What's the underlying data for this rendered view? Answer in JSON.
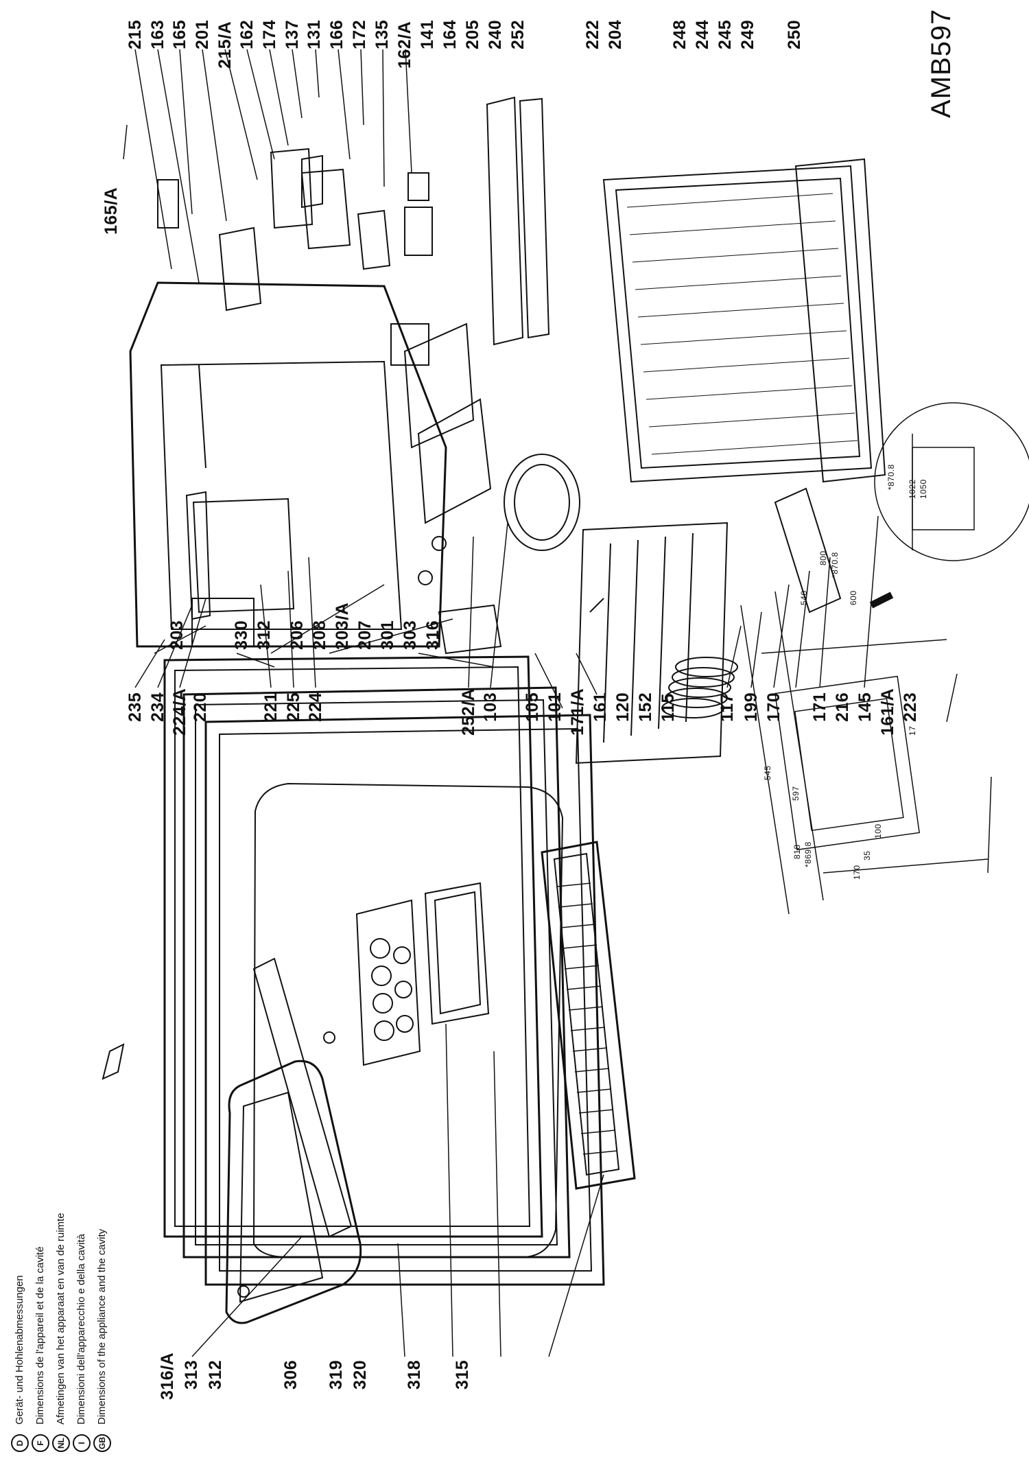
{
  "drawing_code": "AMB597",
  "legend": [
    {
      "code": "GB",
      "text": "Dimensions of the appliance and the cavity"
    },
    {
      "code": "I",
      "text": "Dimensioni dell'apparecchio e della cavità"
    },
    {
      "code": "NL",
      "text": "Afmetingen van het apparaat en van de ruimte"
    },
    {
      "code": "F",
      "text": "Dimensions de l'appareil et de la cavité"
    },
    {
      "code": "D",
      "text": "Gerät- und Hohlenabmessungen"
    }
  ],
  "labels_door": {
    "left_top": [
      "165/A"
    ],
    "left_bottom": [
      "316/A",
      "313",
      "312",
      "306",
      "319",
      "320",
      "318",
      "315"
    ],
    "right": [
      "203",
      "330",
      "312",
      "206",
      "208",
      "203/A",
      "207",
      "301",
      "303",
      "316"
    ]
  },
  "labels_cabinet": {
    "top": [
      "215",
      "163",
      "165",
      "201",
      "215/A",
      "162",
      "174",
      "137",
      "131",
      "166",
      "172",
      "135",
      "162/A",
      "141",
      "164",
      "205",
      "240",
      "252",
      "222",
      "204",
      "248",
      "244",
      "245",
      "249",
      "250"
    ],
    "bottom": [
      "235",
      "234",
      "224/A",
      "220",
      "221",
      "225",
      "224",
      "252/A",
      "103",
      "105",
      "101",
      "171/A",
      "161",
      "120",
      "152",
      "115",
      "117",
      "199",
      "170",
      "171",
      "216",
      "145",
      "161/A",
      "223"
    ]
  },
  "dimensions": [
    "545",
    "597",
    "818",
    "*869.8",
    "170",
    "35",
    "100",
    "17",
    "540",
    "800",
    "*870.8",
    "600",
    "*870.8",
    "1022",
    "1050"
  ]
}
